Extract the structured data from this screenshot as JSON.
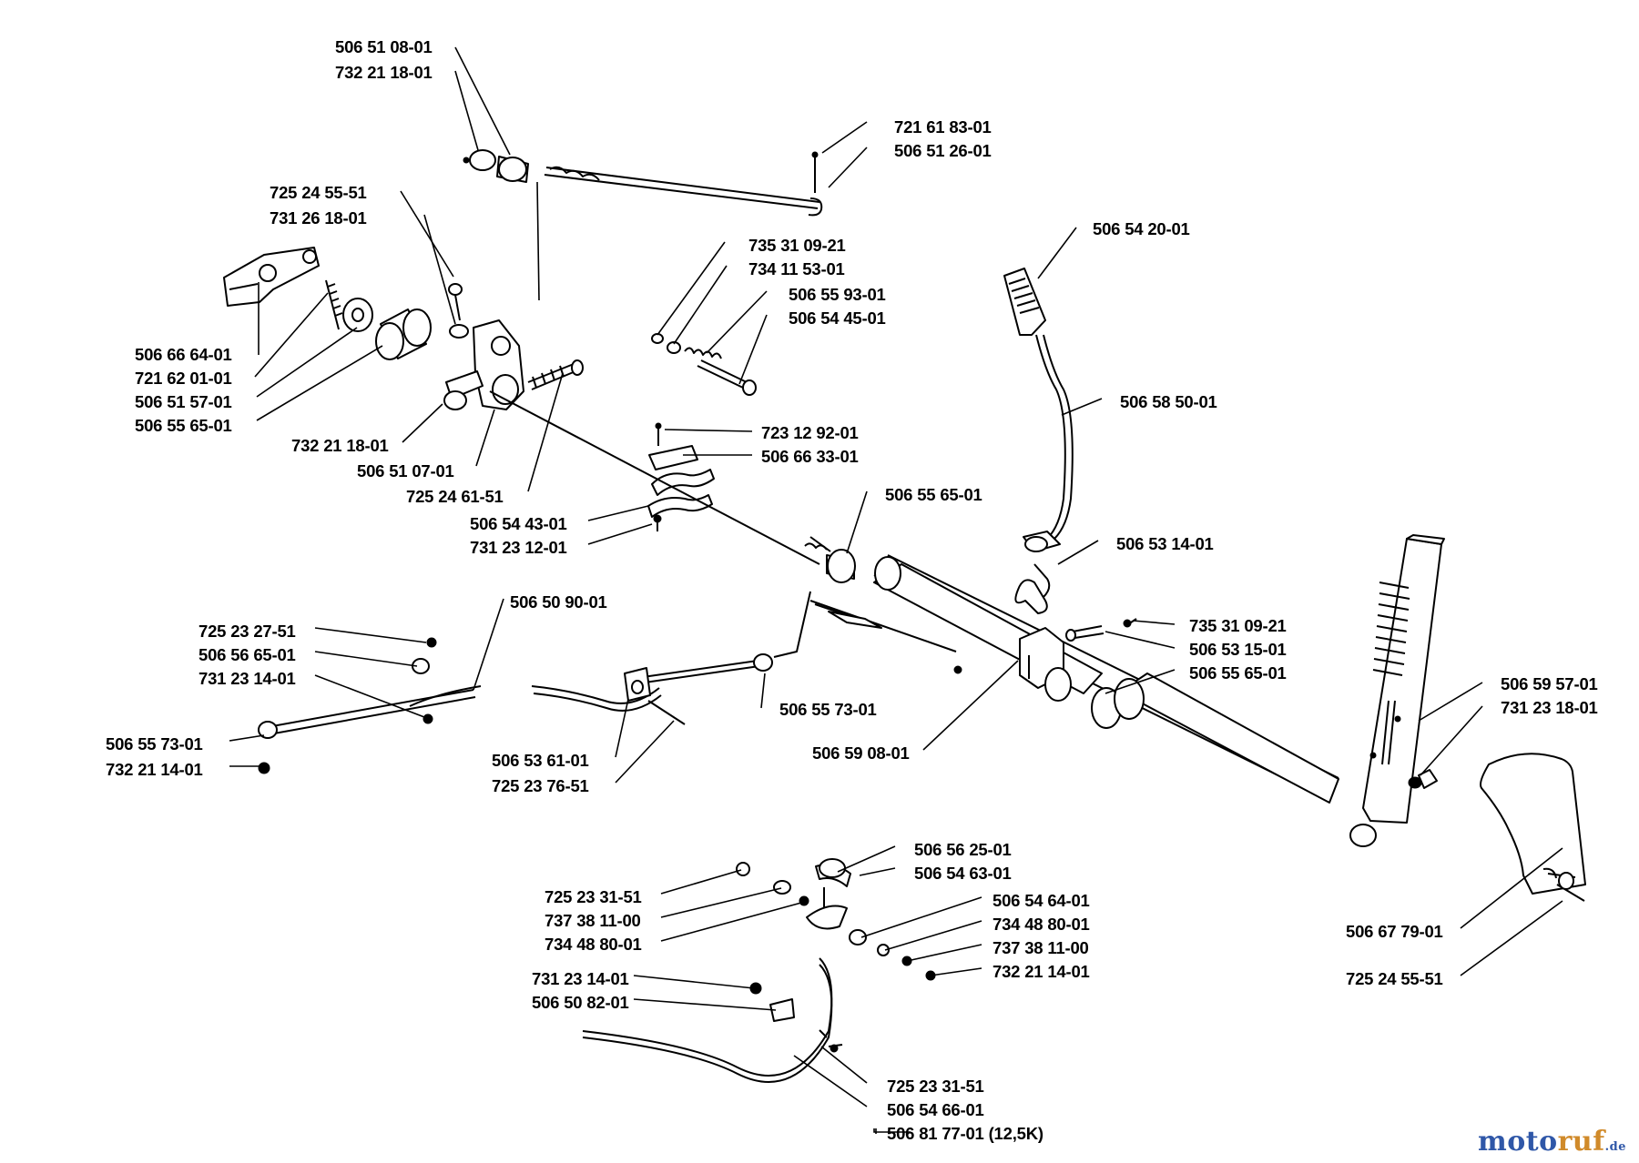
{
  "labels": [
    "506 51 08-01",
    "732 21 18-01",
    "721 61 83-01",
    "506 51 26-01",
    "725 24 55-51",
    "731 26 18-01",
    "735 31 09-21",
    "734 11 53-01",
    "506 55 93-01",
    "506 54 45-01",
    "506 54 20-01",
    "506 66 64-01",
    "721 62 01-01",
    "506 51 57-01",
    "506 55 65-01",
    "506 58 50-01",
    "732 21 18-01",
    "723 12 92-01",
    "506 51 07-01",
    "506 66 33-01",
    "725 24 61-51",
    "506 55 65-01",
    "506 54 43-01",
    "731 23 12-01",
    "506 53 14-01",
    "506 50 90-01",
    "725 23 27-51",
    "735 31 09-21",
    "506 56 65-01",
    "506 53 15-01",
    "731 23 14-01",
    "506 55 65-01",
    "506 59 57-01",
    "731 23 18-01",
    "506 55 73-01",
    "506 55 73-01",
    "506 59 08-01",
    "732 21 14-01",
    "506 53 61-01",
    "725 23 76-51",
    "506 56 25-01",
    "506 54 63-01",
    "725 23 31-51",
    "506 54 64-01",
    "737 38 11-00",
    "734 48 80-01",
    "734 48 80-01",
    "737 38 11-00",
    "506 67 79-01",
    "732 21 14-01",
    "731 23 14-01",
    "725 24 55-51",
    "506 50 82-01",
    "725 23 31-51",
    "506 54 66-01",
    "506 81 77-01 (12,5K)"
  ],
  "watermark": {
    "brand_a": "moto",
    "brand_b": "ruf",
    "suffix": ".de"
  }
}
